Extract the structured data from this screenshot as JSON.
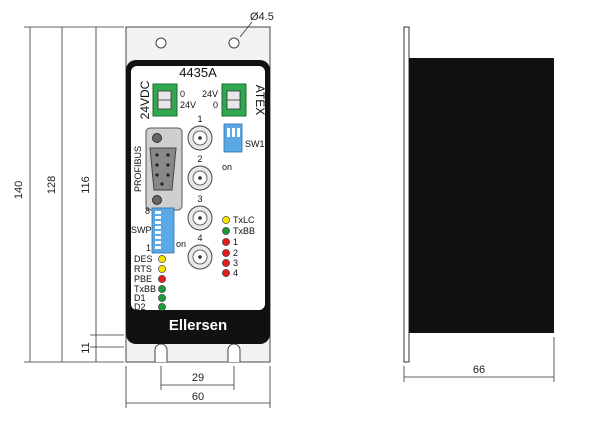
{
  "dimensions": {
    "hole": "Ø4.5",
    "height_total": "140",
    "height_mid": "128",
    "height_inner": "116",
    "bottom_offset": "11",
    "slot_spacing": "29",
    "width_front": "60",
    "width_side": "66"
  },
  "device": {
    "model": "4435A",
    "brand": "Ellersen",
    "power_label": "24VDC",
    "power_pin_0": "0",
    "power_pin_24": "24V",
    "atex_label": "ATEX",
    "atex_pin_24": "24V",
    "atex_pin_0": "0",
    "sw1_label": "SW1",
    "sw1_on": "on",
    "profibus_label": "PROFIBUS",
    "swp_label": "SWP",
    "swp_top": "8",
    "swp_bottom": "1",
    "swp_on": "on",
    "ports": [
      "1",
      "2",
      "3",
      "4"
    ],
    "right_leds": [
      {
        "label": "TxLC",
        "color": "#f2e300"
      },
      {
        "label": "TxBB",
        "color": "#1a9a3a"
      },
      {
        "label": "1",
        "color": "#e01e1e"
      },
      {
        "label": "2",
        "color": "#e01e1e"
      },
      {
        "label": "3",
        "color": "#e01e1e"
      },
      {
        "label": "4",
        "color": "#e01e1e"
      }
    ],
    "left_leds": [
      {
        "label": "DES",
        "color": "#f2e300"
      },
      {
        "label": "RTS",
        "color": "#f2e300"
      },
      {
        "label": "PBE",
        "color": "#e01e1e"
      },
      {
        "label": "TxBB",
        "color": "#1a9a3a"
      },
      {
        "label": "D1",
        "color": "#1a9a3a"
      },
      {
        "label": "D2",
        "color": "#1a9a3a"
      }
    ]
  },
  "colors": {
    "connector": "#2fa84f",
    "dip": "#5aa9e6",
    "housing": "#111111",
    "plate": "#f2f2f2"
  }
}
